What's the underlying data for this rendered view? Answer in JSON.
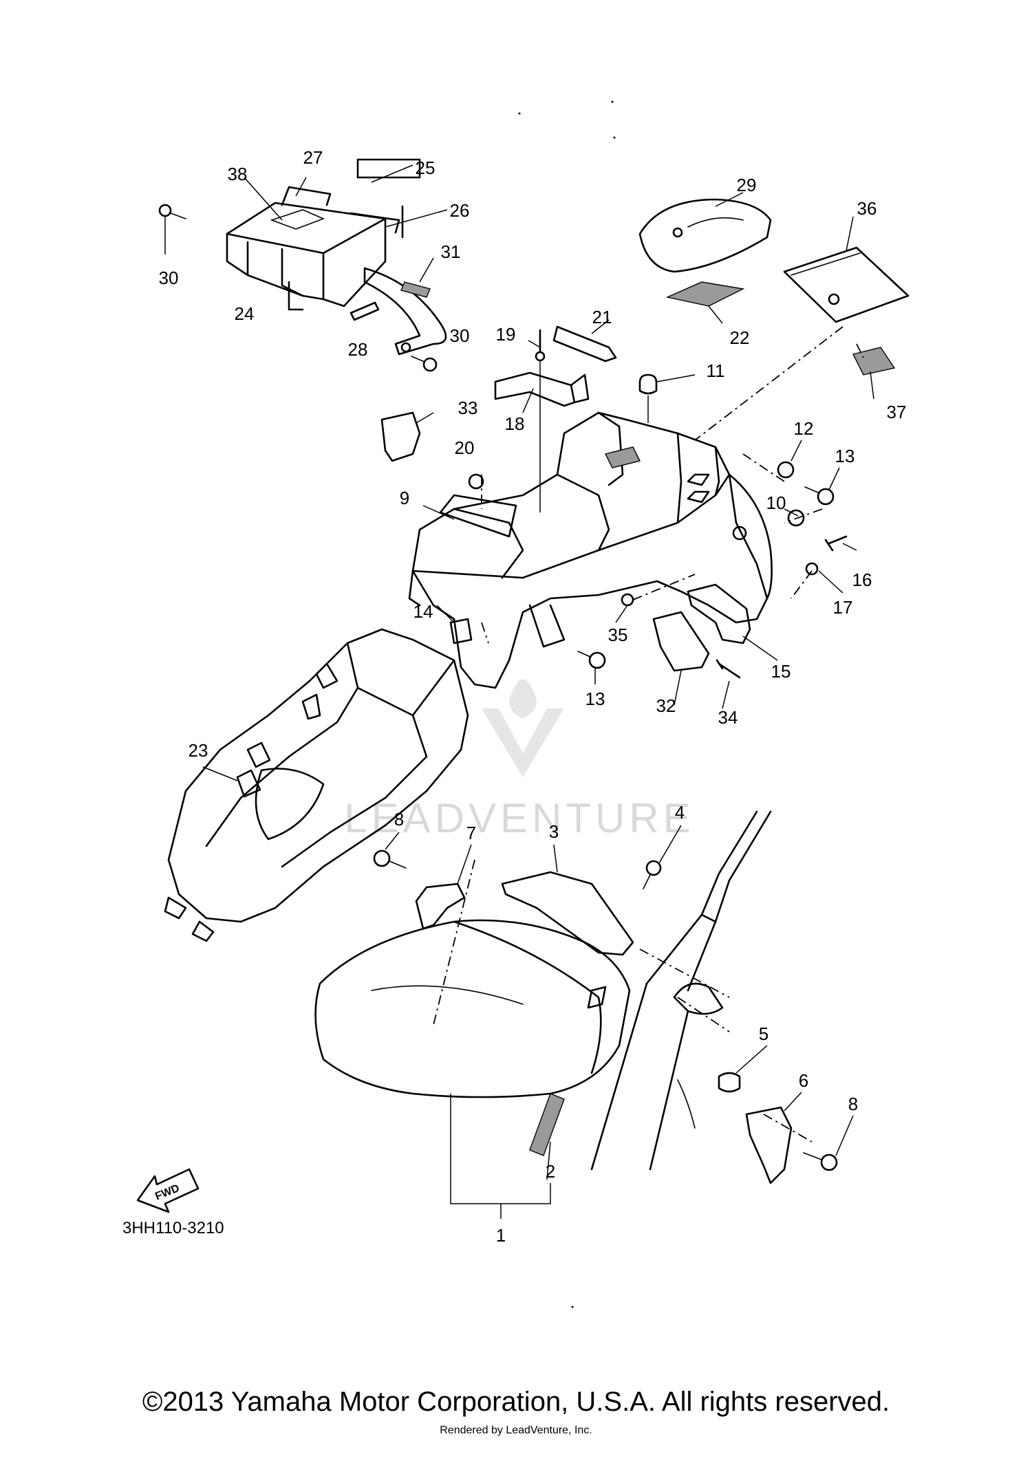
{
  "diagram": {
    "drawing_code": "3HH110-3210",
    "fwd_arrow_label": "FWD",
    "watermark": "LEADVENTURE",
    "part_labels": [
      "1",
      "2",
      "3",
      "4",
      "5",
      "6",
      "7",
      "8",
      "8",
      "9",
      "10",
      "11",
      "12",
      "13",
      "13",
      "14",
      "15",
      "16",
      "17",
      "18",
      "19",
      "20",
      "21",
      "22",
      "23",
      "24",
      "25",
      "26",
      "27",
      "28",
      "29",
      "30",
      "30",
      "31",
      "32",
      "33",
      "34",
      "35",
      "36",
      "37",
      "38"
    ]
  },
  "footer": {
    "copyright": "©2013 Yamaha Motor Corporation, U.S.A. All rights reserved.",
    "rendered_by": "Rendered by LeadVenture, Inc."
  }
}
